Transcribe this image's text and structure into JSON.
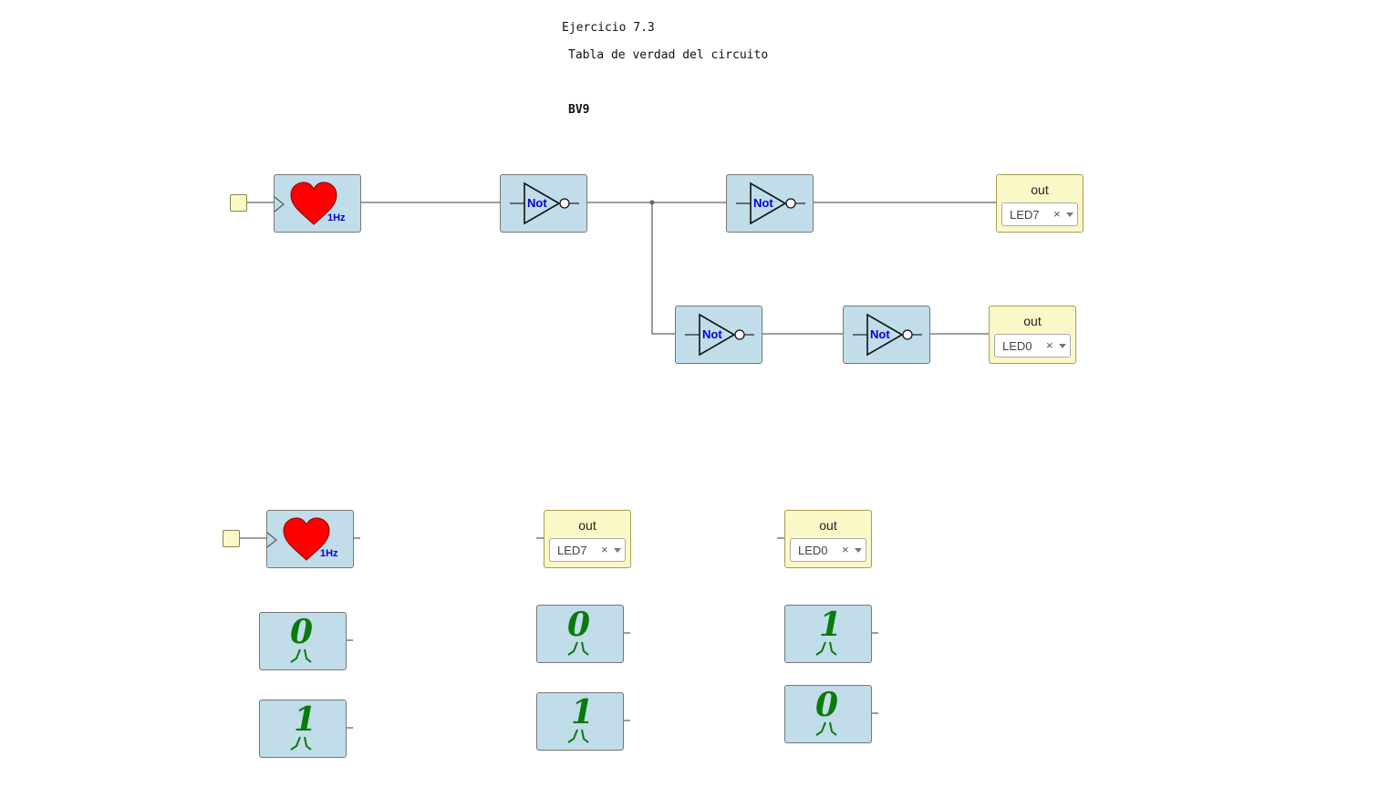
{
  "texts": {
    "exercise": "Ejercicio 7.3",
    "subtitle": "Tabla de verdad del circuito",
    "bv": "BV9"
  },
  "heartbeat": {
    "freq": "1Hz",
    "heart_color": "#ff0000"
  },
  "not_label": "Not",
  "outputs": {
    "label": "out",
    "top_a": "LED7",
    "top_b": "LED0",
    "bottom_a": "LED7",
    "bottom_b": "LED0",
    "clear_glyph": "×"
  },
  "constants": {
    "left_zero": "0",
    "left_one": "1",
    "mid_zero": "0",
    "mid_one": "1",
    "right_one": "1",
    "right_zero": "0"
  },
  "colors": {
    "block_bg": "#c0dde9",
    "out_bg": "#fbf8c8",
    "not_text": "#0000dd",
    "digit": "#0a7a0a",
    "wire": "#666666"
  }
}
